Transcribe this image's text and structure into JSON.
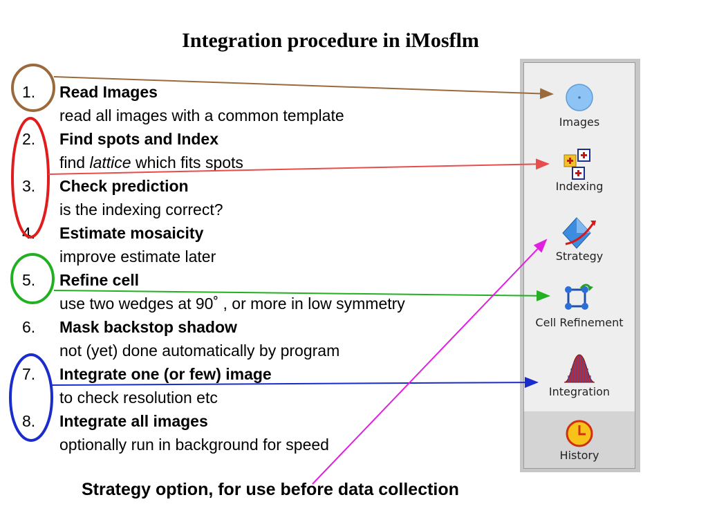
{
  "title": "Integration procedure in iMosflm",
  "steps": [
    {
      "num": "1.",
      "head": "Read Images",
      "sub": "read all images with a common template"
    },
    {
      "num": "2.",
      "head": "Find spots and Index",
      "sub_pre": "find ",
      "sub_em": "lattice",
      "sub_post": " which fits spots"
    },
    {
      "num": "3.",
      "head": "Check prediction",
      "sub": "is the indexing correct?"
    },
    {
      "num": "4.",
      "head": "Estimate mosaicity",
      "sub": "improve estimate later"
    },
    {
      "num": "5.",
      "head": "Refine cell",
      "sub": "use two wedges at 90˚ , or more in low symmetry"
    },
    {
      "num": "6.",
      "head": "Mask backstop shadow",
      "sub": "not (yet) done automatically by program"
    },
    {
      "num": "7.",
      "head": "Integrate one (or few) image",
      "sub": "to check resolution etc"
    },
    {
      "num": "8.",
      "head": "Integrate all images",
      "sub": "optionally run in background for speed"
    }
  ],
  "panel": {
    "images": "Images",
    "indexing": "Indexing",
    "strategy": "Strategy",
    "cell_refinement": "Cell Refinement",
    "integration": "Integration",
    "history": "History"
  },
  "footer": "Strategy option, for use before data collection",
  "colors": {
    "images_arrow": "#9b6a3c",
    "indexing_arrow": "#e84c4c",
    "refine_arrow": "#22b022",
    "integrate_arrow": "#1a2ccc",
    "strategy_arrow": "#e020e0"
  }
}
